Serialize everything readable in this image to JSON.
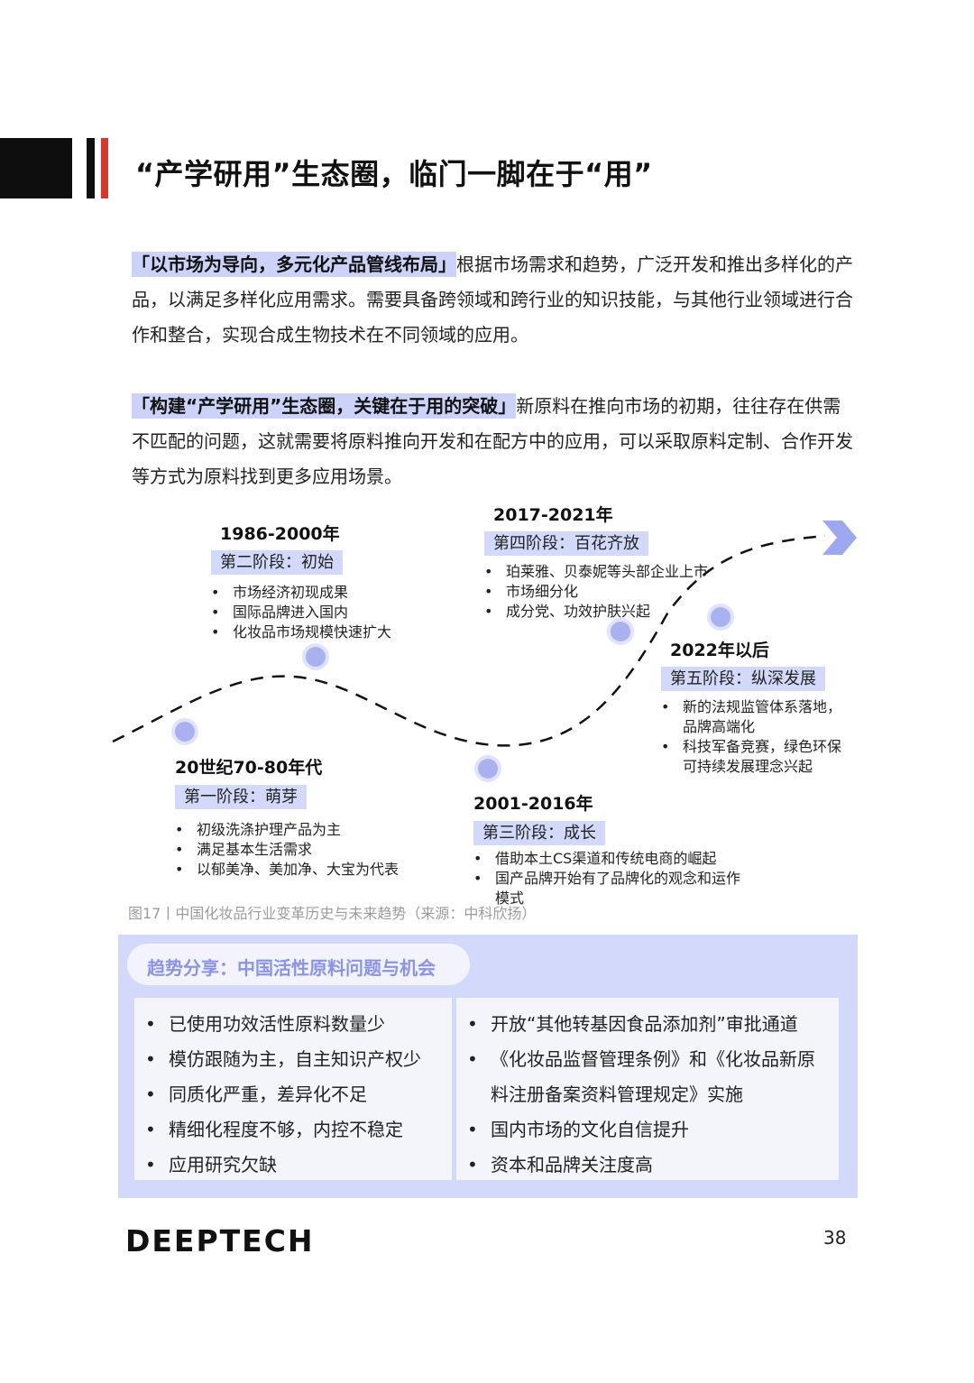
{
  "header": {
    "title": "“产学研用”生态圈，临门一脚在于“用”"
  },
  "paragraphs": [
    {
      "highlight": "「以市场为导向，多元化产品管线布局」",
      "body": "根据市场需求和趋势，广泛开发和推出多样化的产品，以满足多样化应用需求。需要具备跨领域和跨行业的知识技能，与其他行业领域进行合作和整合，实现合成生物技术在不同领域的应用。"
    },
    {
      "highlight": "「构建“产学研用”生态圈，关键在于用的突破」",
      "body": "新原料在推向市场的初期，往往存在供需不匹配的问题，这就需要将原料推向开发和在配方中的应用，可以采取原料定制、合作开发等方式为原料找到更多应用场景。"
    }
  ],
  "timeline": {
    "stages": [
      {
        "years": "20世纪70-80年代",
        "name": "第一阶段：萌芽",
        "points": [
          "初级洗涤护理产品为主",
          "满足基本生活需求",
          "以郁美净、美加净、大宝为代表"
        ]
      },
      {
        "years": "1986-2000年",
        "name": "第二阶段：初始",
        "points": [
          "市场经济初现成果",
          "国际品牌进入国内",
          "化妆品市场规模快速扩大"
        ]
      },
      {
        "years": "2001-2016年",
        "name": "第三阶段：成长",
        "points": [
          "借助本土CS渠道和传统电商的崛起",
          "国产品牌开始有了品牌化的观念和运作模式"
        ]
      },
      {
        "years": "2017-2021年",
        "name": "第四阶段：百花齐放",
        "points": [
          "珀莱雅、贝泰妮等头部企业上市",
          "市场细分化",
          "成分党、功效护肤兴起"
        ]
      },
      {
        "years": "2022年以后",
        "name": "第五阶段：纵深发展",
        "points": [
          "新的法规监管体系落地，品牌高端化",
          "科技军备竞赛，绿色环保可持续发展理念兴起"
        ]
      }
    ],
    "caption": "图17丨中国化妆品行业变革历史与未来趋势（来源：中科欣扬）",
    "colors": {
      "dot": "#a9b1ef",
      "dot_ring": "#dfe3fb",
      "line": "#111111",
      "arrow": "#9ea8f0"
    }
  },
  "trends": {
    "title": "趋势分享：中国活性原料问题与机会",
    "problems": [
      "已使用功效活性原料数量少",
      "模仿跟随为主，自主知识产权少",
      "同质化严重，差异化不足",
      "精细化程度不够，内控不稳定",
      "应用研究欠缺"
    ],
    "opportunities": [
      "开放“其他转基因食品添加剂”审批通道",
      "《化妆品监督管理条例》和《化妆品新原料注册备案资料管理规定》实施",
      "国内市场的文化自信提升",
      "资本和品牌关注度高"
    ],
    "colors": {
      "box": "#d3d9fb",
      "title": "#8a94e6"
    }
  },
  "footer": {
    "logo": "DEEPTECH",
    "page_number": "38"
  },
  "colors": {
    "accent_red": "#d8372d",
    "highlight": "#cdd3f8"
  }
}
